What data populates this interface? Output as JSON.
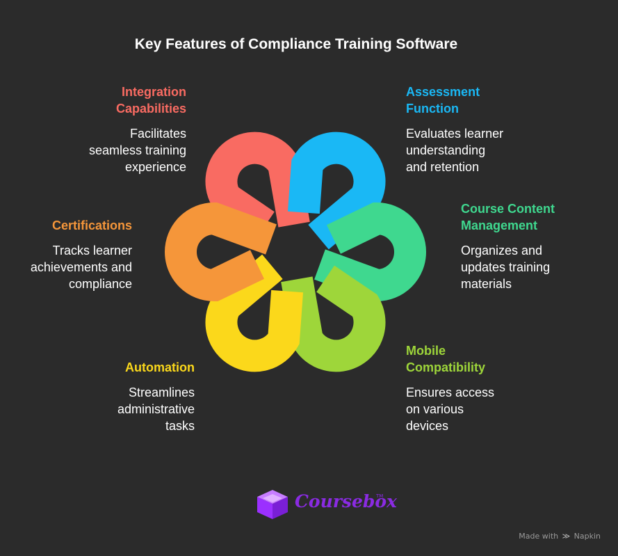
{
  "title": "Key Features of Compliance Training Software",
  "features": [
    {
      "key": "integration",
      "title": "Integration Capabilities",
      "title_lines": [
        "Integration",
        "Capabilities"
      ],
      "desc_lines": [
        "Facilitates",
        "seamless training",
        "experience"
      ],
      "color": "#f96b62"
    },
    {
      "key": "assessment",
      "title": "Assessment Function",
      "title_lines": [
        "Assessment",
        "Function"
      ],
      "desc_lines": [
        "Evaluates learner",
        "understanding",
        "and retention"
      ],
      "color": "#1ab8f5"
    },
    {
      "key": "course",
      "title": "Course Content Management",
      "title_lines": [
        "Course Content",
        "Management"
      ],
      "desc_lines": [
        "Organizes and",
        "updates training",
        "materials"
      ],
      "color": "#3fd88f"
    },
    {
      "key": "mobile",
      "title": "Mobile Compatibility",
      "title_lines": [
        "Mobile",
        "Compatibility"
      ],
      "desc_lines": [
        "Ensures access",
        "on various",
        "devices"
      ],
      "color": "#9ed63a"
    },
    {
      "key": "automation",
      "title": "Automation",
      "title_lines": [
        "Automation"
      ],
      "desc_lines": [
        "Streamlines",
        "administrative",
        "tasks"
      ],
      "color": "#fbd81b"
    },
    {
      "key": "certifications",
      "title": "Certifications",
      "title_lines": [
        "Certifications"
      ],
      "desc_lines": [
        "Tracks learner",
        "achievements and",
        "compliance"
      ],
      "color": "#f5963a"
    }
  ],
  "logo": {
    "text": "Coursebox",
    "tm": "TM",
    "color": "#8a2be2"
  },
  "credit": {
    "prefix": "Made with",
    "brand": "Napkin",
    "icon": "napkin-icon"
  }
}
